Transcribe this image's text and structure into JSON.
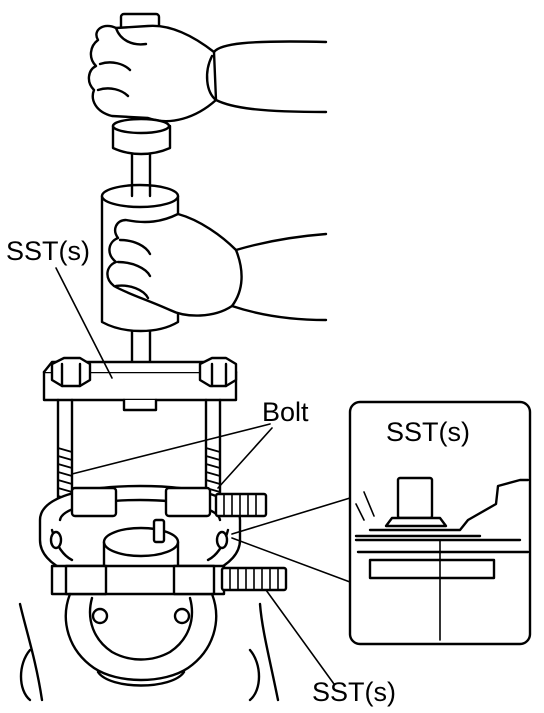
{
  "labels": {
    "sst_left": "SST(s)",
    "bolt": "Bolt",
    "sst_inset": "SST(s)",
    "sst_bottom": "SST(s)"
  },
  "colors": {
    "ink": "#000000",
    "paper": "#ffffff"
  }
}
